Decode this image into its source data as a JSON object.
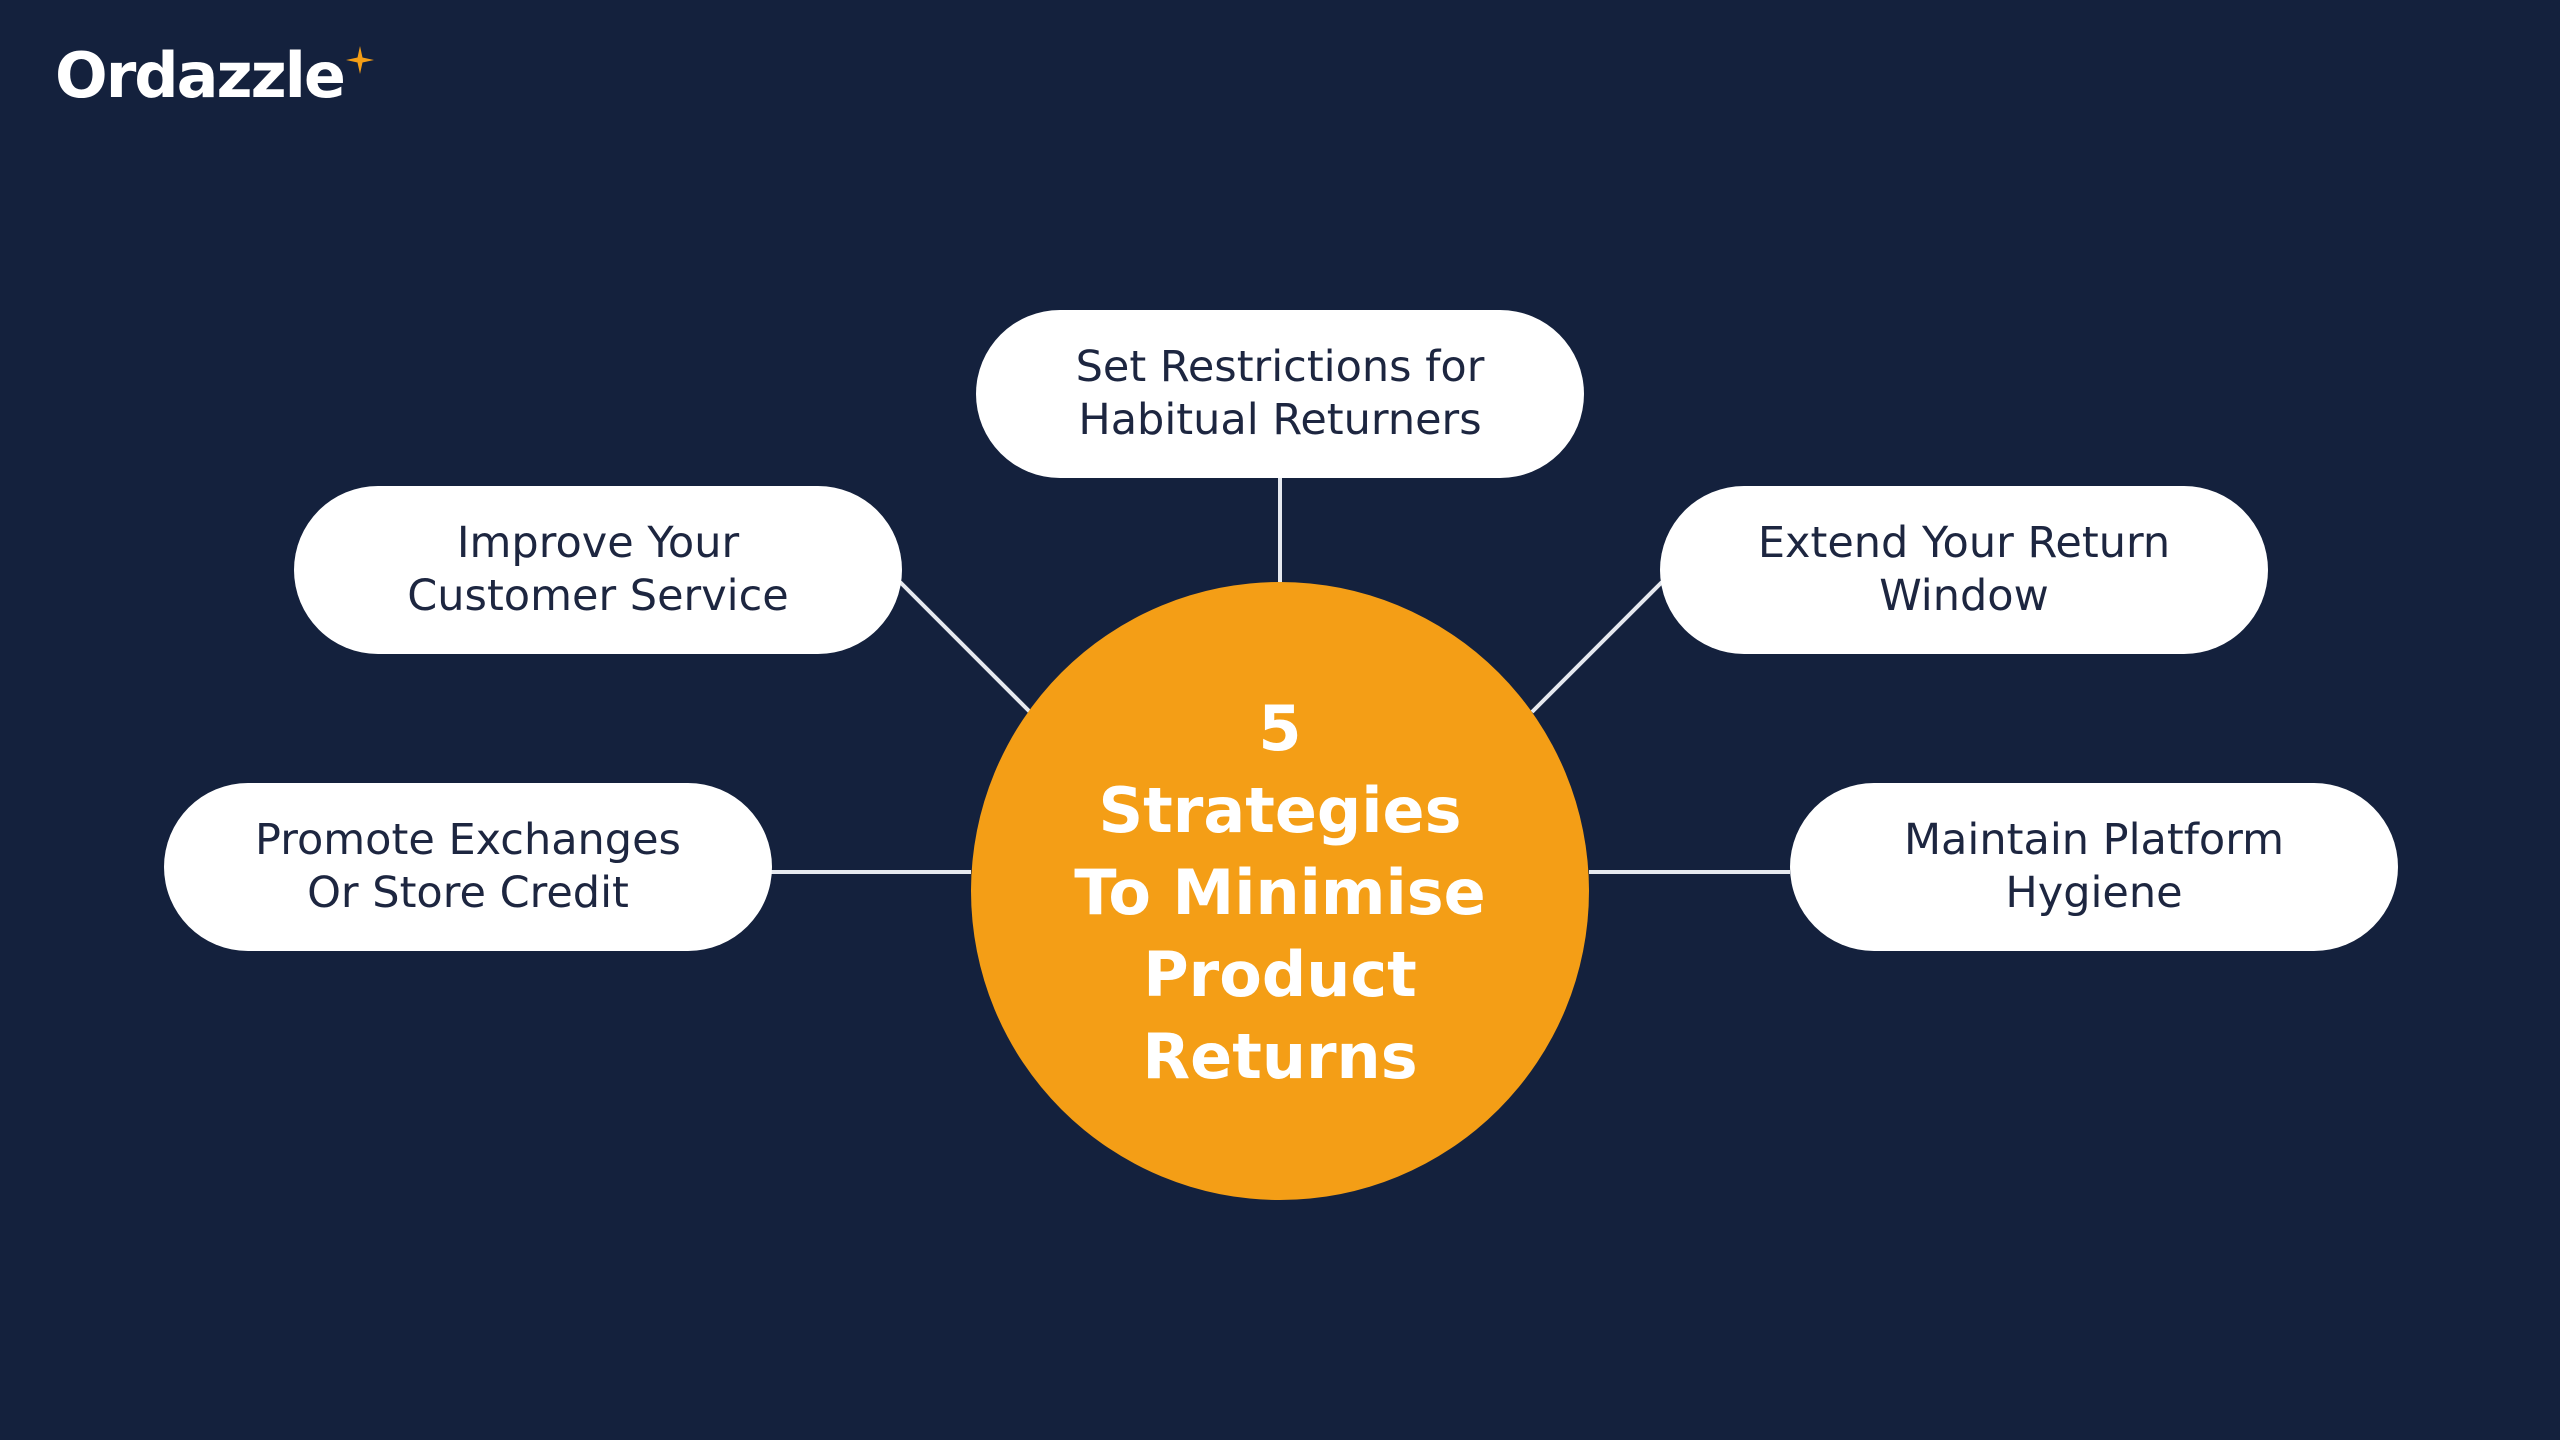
{
  "logo": {
    "text": "Ordazzle",
    "accent_color": "#f49e16",
    "icon": "sparkle-star-icon"
  },
  "colors": {
    "background": "#14213d",
    "center": "#f49e16",
    "pill": "#ffffff",
    "pill_text": "#1d2640",
    "connector": "#e6e9ef"
  },
  "center": {
    "title": "5\nStrategies\nTo Minimise\nProduct\nReturns"
  },
  "strategies": [
    {
      "id": "top",
      "label": "Set Restrictions for\nHabitual Returners"
    },
    {
      "id": "upper-left",
      "label": "Improve Your\nCustomer Service"
    },
    {
      "id": "upper-right",
      "label": "Extend Your Return\nWindow"
    },
    {
      "id": "lower-left",
      "label": "Promote Exchanges\nOr Store Credit"
    },
    {
      "id": "lower-right",
      "label": "Maintain Platform\nHygiene"
    }
  ]
}
